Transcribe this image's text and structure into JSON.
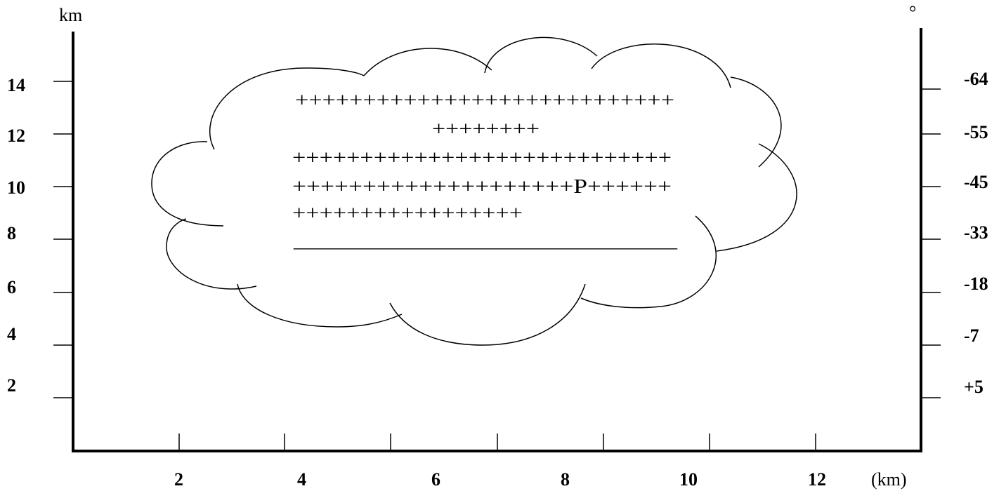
{
  "left_axis": {
    "unit": "km",
    "ticks": [
      "2",
      "4",
      "6",
      "8",
      "10",
      "12",
      "14"
    ]
  },
  "right_axis": {
    "unit": "°",
    "ticks": [
      "+5",
      "-7",
      "-18",
      "-33",
      "-45",
      "-55",
      "-64"
    ]
  },
  "bottom_axis": {
    "unit": "(km)",
    "ticks": [
      "2",
      "4",
      "6",
      "8",
      "10",
      "12"
    ]
  },
  "cloud": {
    "rows": [
      "++++++++++++++++++++++++++++",
      "++++++++",
      "++++++++++++++++++++++++++++",
      "++++++++++++++++++++P++++++",
      "+++++++++++++++++",
      "_____________________________"
    ]
  }
}
